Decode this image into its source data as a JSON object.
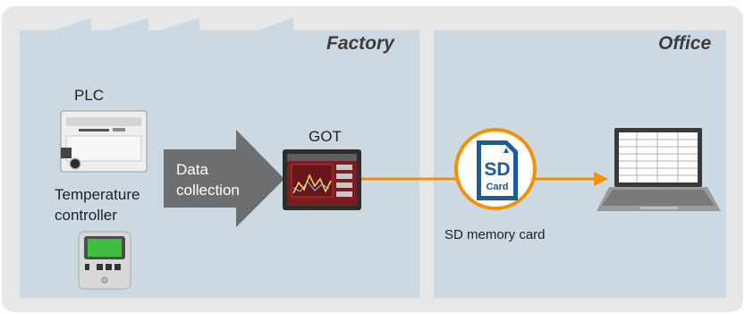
{
  "regions": {
    "factory_label": "Factory",
    "office_label": "Office"
  },
  "devices": {
    "plc": "PLC",
    "temperature_controller_line1": "Temperature",
    "temperature_controller_line2": "controller",
    "got": "GOT",
    "sd_card_caption": "SD memory card",
    "sd_card_logo_top": "SD",
    "sd_card_logo_bottom": "Card"
  },
  "flow": {
    "data_collection_line1": "Data",
    "data_collection_line2": "collection"
  },
  "colors": {
    "outer_panel": "#e6e7e8",
    "region_fill": "#ccd9e3",
    "accent_orange": "#f39200",
    "arrow_gray": "#6d6e70",
    "sd_blue": "#1b5a9e",
    "got_screen": "#7a1e22",
    "controller_screen": "#3fbf3f"
  }
}
